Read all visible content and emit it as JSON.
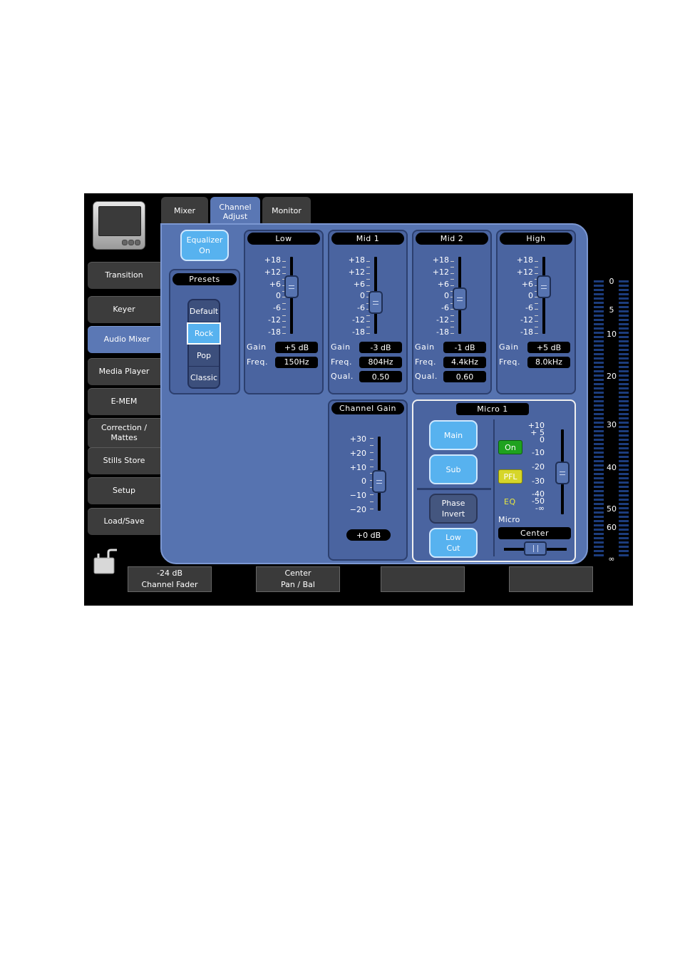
{
  "tabs": [
    {
      "label": "Mixer"
    },
    {
      "label": "Channel Adjust"
    },
    {
      "label": "Monitor"
    }
  ],
  "nav": [
    {
      "label": "Transition"
    },
    {
      "label": "Keyer"
    },
    {
      "label": "Audio Mixer"
    },
    {
      "label": "Media Player"
    },
    {
      "label": "E-MEM"
    },
    {
      "label": "Correction / Mattes"
    },
    {
      "label": "Stills Store"
    },
    {
      "label": "Setup"
    },
    {
      "label": "Load/Save"
    }
  ],
  "equalizer": {
    "label": "Equalizer On"
  },
  "presets": {
    "title": "Presets",
    "items": [
      "Default",
      "Rock",
      "Pop",
      "Classic"
    ],
    "selected": "Rock"
  },
  "eq_scale": [
    "+18",
    "+12",
    "+6",
    "0",
    "-6",
    "-12",
    "-18"
  ],
  "bands": [
    {
      "title": "Low",
      "gain": "+5 dB",
      "freq": "150Hz",
      "qual": null,
      "level": 5
    },
    {
      "title": "Mid 1",
      "gain": "-3 dB",
      "freq": "804Hz",
      "qual": "0.50",
      "level": -3
    },
    {
      "title": "Mid 2",
      "gain": "-1 dB",
      "freq": "4.4kHz",
      "qual": "0.60",
      "level": -1
    },
    {
      "title": "High",
      "gain": "+5 dB",
      "freq": "8.0kHz",
      "qual": null,
      "level": 5
    }
  ],
  "labels": {
    "gain": "Gain",
    "freq": "Freq.",
    "qual": "Qual."
  },
  "channel_gain": {
    "title": "Channel Gain",
    "scale": [
      "+30",
      "+20",
      "+10",
      "0",
      "−10",
      "−20"
    ],
    "value": "+0 dB",
    "level": 0
  },
  "micro": {
    "title": "Micro 1",
    "main": "Main",
    "sub": "Sub",
    "phase": "Phase Invert",
    "lowcut": "Low Cut",
    "on": "On",
    "pfl": "PFL",
    "eq": "EQ",
    "source": "Micro",
    "fader_scale": [
      "+10",
      "+ 5",
      "0",
      "-10",
      "-20",
      "-30",
      "-40",
      "-50",
      "-∞"
    ],
    "fader_level": -24,
    "pan": "Center",
    "pan_level": 0
  },
  "meter": {
    "scale": [
      "0",
      "5",
      "10",
      "20",
      "30",
      "40",
      "50",
      "60",
      "∞"
    ]
  },
  "bottom_fields": [
    {
      "line1": "-24 dB",
      "line2": "Channel Fader"
    },
    {
      "line1": "Center",
      "line2": "Pan / Bal"
    },
    {
      "line1": "",
      "line2": ""
    },
    {
      "line1": "",
      "line2": ""
    }
  ],
  "colors": {
    "panel": "#5673b0",
    "active_button": "#57b2ef",
    "on_status": "#1fa21f",
    "pfl_status": "#d6d62a",
    "eq_text": "#e8e840"
  },
  "icons": {
    "monitor": "monitor-icon",
    "audio": "audio-connector-icon"
  }
}
